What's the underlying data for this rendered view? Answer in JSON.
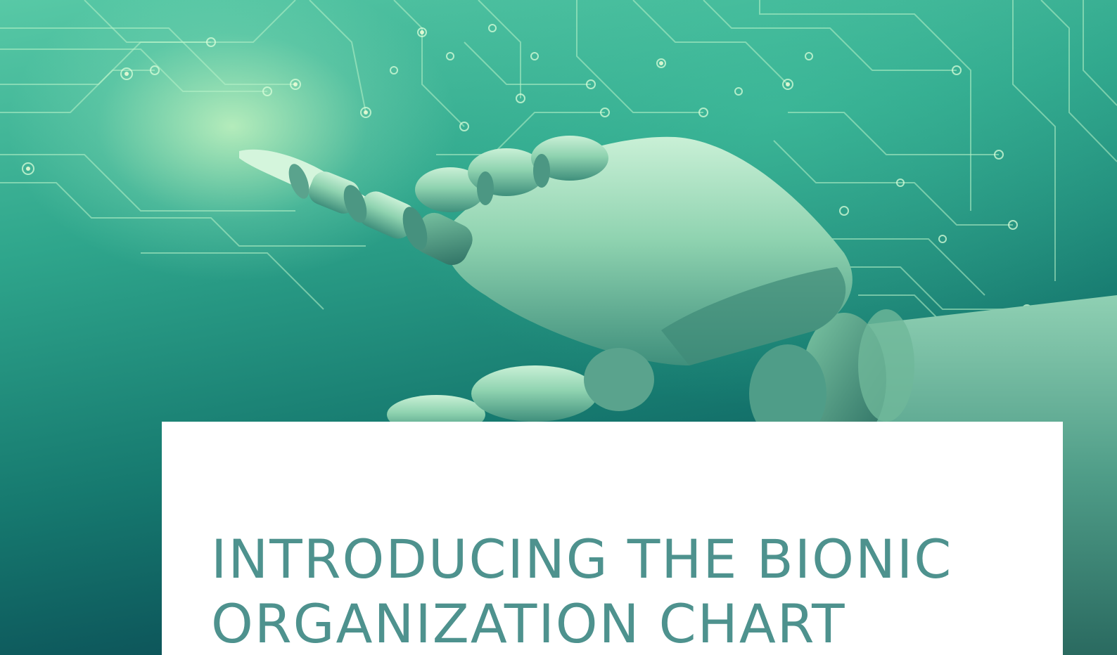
{
  "hero": {
    "image_subject": "robotic-hand-circuit-board",
    "tint_color": "#2fa68c",
    "glow_color": "#dcffc8"
  },
  "title_card": {
    "title_line_1": "INTRODUCING THE BIONIC",
    "title_line_2": "ORGANIZATION CHART",
    "title_color": "#4e928e",
    "background_color": "#ffffff"
  }
}
